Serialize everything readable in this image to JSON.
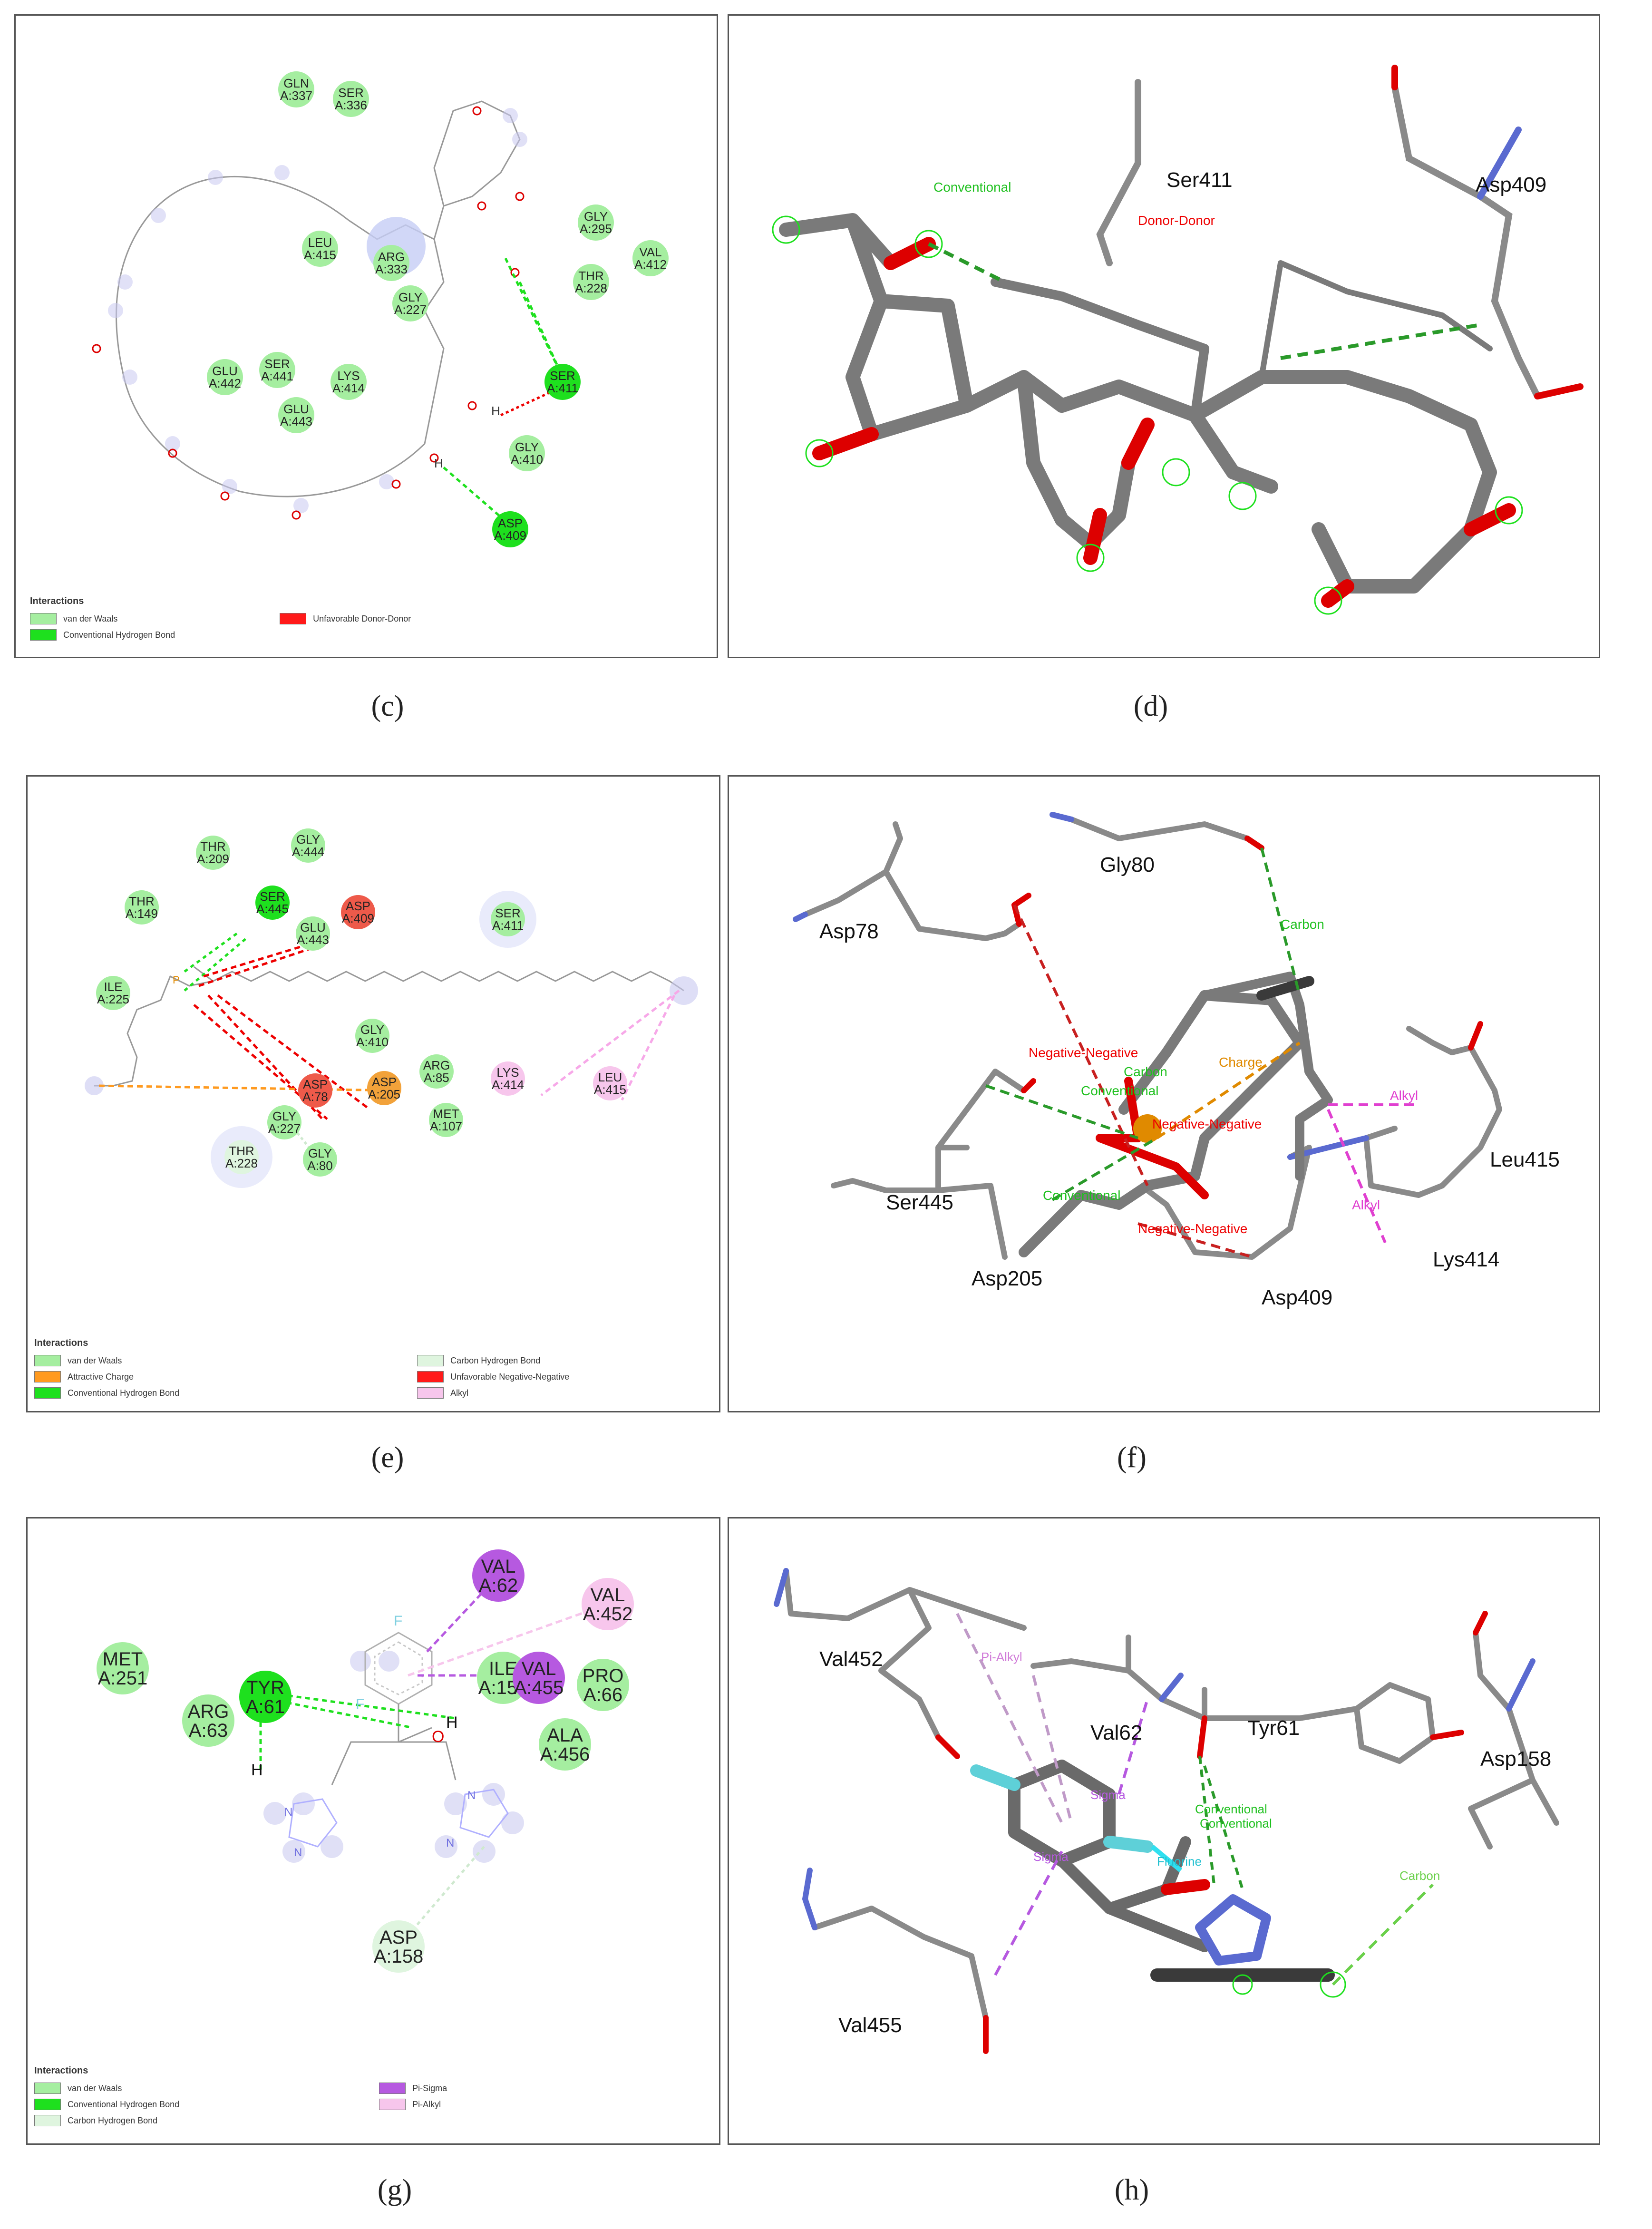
{
  "captions": {
    "c": "(c)",
    "d": "(d)",
    "e": "(e)",
    "f": "(f)",
    "g": "(g)",
    "h": "(h)"
  },
  "legend_title": "Interactions",
  "legend_colors": {
    "van_der_waals": "#a5eea0",
    "conventional_hbond": "#1ee01e",
    "carbon_hbond": "#dff5df",
    "unfavorable": "#ff1a1a",
    "attractive_charge": "#ff9a1f",
    "alkyl": "#f7c6ec",
    "pi_sigma": "#b659e0",
    "pi_alkyl": "#f7c6ec"
  },
  "panel_c": {
    "legend": [
      "van der Waals",
      "Conventional Hydrogen Bond",
      "Unfavorable Donor-Donor"
    ],
    "residues": [
      {
        "name": "GLN",
        "num": "A:337",
        "kind": "vdw"
      },
      {
        "name": "SER",
        "num": "A:336",
        "kind": "vdw"
      },
      {
        "name": "GLY",
        "num": "A:295",
        "kind": "vdw"
      },
      {
        "name": "VAL",
        "num": "A:412",
        "kind": "vdw"
      },
      {
        "name": "THR",
        "num": "A:228",
        "kind": "vdw"
      },
      {
        "name": "LEU",
        "num": "A:415",
        "kind": "vdw"
      },
      {
        "name": "ARG",
        "num": "A:333",
        "kind": "vdw"
      },
      {
        "name": "GLY",
        "num": "A:227",
        "kind": "vdw"
      },
      {
        "name": "GLU",
        "num": "A:442",
        "kind": "vdw"
      },
      {
        "name": "SER",
        "num": "A:441",
        "kind": "vdw"
      },
      {
        "name": "LYS",
        "num": "A:414",
        "kind": "vdw"
      },
      {
        "name": "GLU",
        "num": "A:443",
        "kind": "vdw"
      },
      {
        "name": "SER",
        "num": "A:411",
        "kind": "hbond"
      },
      {
        "name": "GLY",
        "num": "A:410",
        "kind": "vdw"
      },
      {
        "name": "ASP",
        "num": "A:409",
        "kind": "hbond"
      }
    ],
    "atom_H": "H"
  },
  "panel_d": {
    "labels": [
      "Ser411",
      "Asp409",
      "Conventional",
      "Donor-Donor"
    ]
  },
  "panel_e": {
    "legend": [
      "van der Waals",
      "Attractive Charge",
      "Conventional Hydrogen Bond",
      "Carbon Hydrogen Bond",
      "Unfavorable Negative-Negative",
      "Alkyl"
    ],
    "residues": [
      {
        "name": "THR",
        "num": "A:209",
        "kind": "vdw"
      },
      {
        "name": "GLY",
        "num": "A:444",
        "kind": "vdw"
      },
      {
        "name": "THR",
        "num": "A:149",
        "kind": "vdw"
      },
      {
        "name": "SER",
        "num": "A:445",
        "kind": "hbond"
      },
      {
        "name": "ASP",
        "num": "A:409",
        "kind": "neg"
      },
      {
        "name": "GLU",
        "num": "A:443",
        "kind": "vdw"
      },
      {
        "name": "SER",
        "num": "A:411",
        "kind": "vdw"
      },
      {
        "name": "ILE",
        "num": "A:225",
        "kind": "vdw"
      },
      {
        "name": "GLY",
        "num": "A:410",
        "kind": "vdw"
      },
      {
        "name": "ARG",
        "num": "A:85",
        "kind": "vdw"
      },
      {
        "name": "LYS",
        "num": "A:414",
        "kind": "alkyl"
      },
      {
        "name": "LEU",
        "num": "A:415",
        "kind": "alkyl"
      },
      {
        "name": "ASP",
        "num": "A:78",
        "kind": "neg"
      },
      {
        "name": "ASP",
        "num": "A:205",
        "kind": "charge"
      },
      {
        "name": "GLY",
        "num": "A:227",
        "kind": "vdw"
      },
      {
        "name": "MET",
        "num": "A:107",
        "kind": "vdw"
      },
      {
        "name": "THR",
        "num": "A:228",
        "kind": "carbon"
      },
      {
        "name": "GLY",
        "num": "A:80",
        "kind": "vdw"
      }
    ]
  },
  "panel_f": {
    "labels": [
      "Gly80",
      "Asp78",
      "Carbon",
      "Negative-Negative",
      "Carbon",
      "Conventional",
      "Charge",
      "Negative-Negative",
      "Alkyl",
      "Leu415",
      "Ser445",
      "Conventional",
      "Alkyl",
      "Negative-Negative",
      "Asp205",
      "Lys414",
      "Asp409"
    ]
  },
  "panel_g": {
    "legend": [
      "van der Waals",
      "Conventional Hydrogen Bond",
      "Carbon Hydrogen Bond",
      "Pi-Sigma",
      "Pi-Alkyl"
    ],
    "residues": [
      {
        "name": "VAL",
        "num": "A:62",
        "kind": "pisigma"
      },
      {
        "name": "VAL",
        "num": "A:452",
        "kind": "pialkyl"
      },
      {
        "name": "MET",
        "num": "A:251",
        "kind": "vdw"
      },
      {
        "name": "TYR",
        "num": "A:61",
        "kind": "hbond"
      },
      {
        "name": "ILE",
        "num": "A:158",
        "kind": "vdw"
      },
      {
        "name": "VAL",
        "num": "A:455",
        "kind": "pisigma"
      },
      {
        "name": "PRO",
        "num": "A:66",
        "kind": "vdw"
      },
      {
        "name": "ARG",
        "num": "A:63",
        "kind": "vdw"
      },
      {
        "name": "ALA",
        "num": "A:456",
        "kind": "vdw"
      },
      {
        "name": "ASP",
        "num": "A:158",
        "kind": "carbon"
      }
    ],
    "atoms": [
      "F",
      "F",
      "H",
      "O",
      "H",
      "N",
      "N",
      "N",
      "N"
    ]
  },
  "panel_h": {
    "labels": [
      "Val452",
      "Pi-Alkyl",
      "Val62",
      "Tyr61",
      "Asp158",
      "Sigma",
      "Conventional",
      "Conventional",
      "Sigma",
      "Fluorine",
      "Carbon",
      "Val455"
    ]
  }
}
